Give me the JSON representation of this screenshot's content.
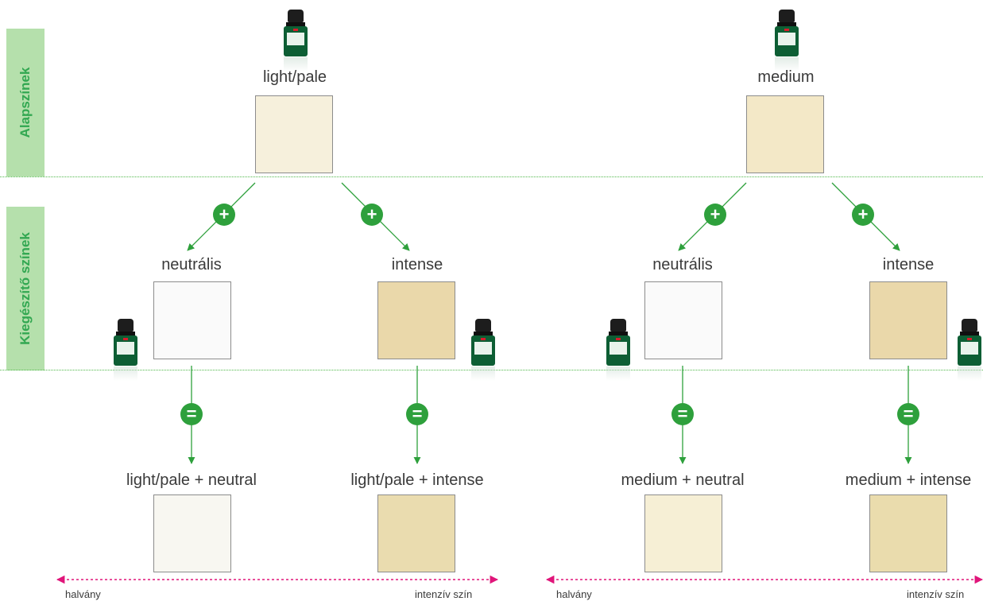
{
  "sidebar": {
    "base_label": "Alapszínek",
    "complement_label": "Kiegészítő színek"
  },
  "colors": {
    "accent_green": "#2ea03c",
    "tab_green": "#b5e0ac",
    "axis_magenta": "#e0157a",
    "light_pale": "#f6f0dc",
    "medium": "#f3e8c7",
    "neutral": "#fafafa",
    "intense": "#ead8aa",
    "light_pale_neutral": "#f8f7f1",
    "light_pale_intense": "#eadcaf",
    "medium_neutral": "#f6efd5",
    "medium_intense": "#eadcad"
  },
  "groups": [
    {
      "base_label": "light/pale",
      "left_label": "neutrális",
      "right_label": "intense",
      "left_result": "light/pale + neutral",
      "right_result": "light/pale + intense",
      "plus_symbol": "+",
      "equals_symbol": "=",
      "axis_start": "halvány",
      "axis_end": "intenzív szín"
    },
    {
      "base_label": "medium",
      "left_label": "neutrális",
      "right_label": "intense",
      "left_result": "medium + neutral",
      "right_result": "medium + intense",
      "plus_symbol": "+",
      "equals_symbol": "=",
      "axis_start": "halvány",
      "axis_end": "intenzív szín"
    }
  ],
  "icons": {
    "bottle": "porcelain-powder-bottle-icon",
    "plus": "plus-badge-icon",
    "equals": "equals-badge-icon"
  }
}
